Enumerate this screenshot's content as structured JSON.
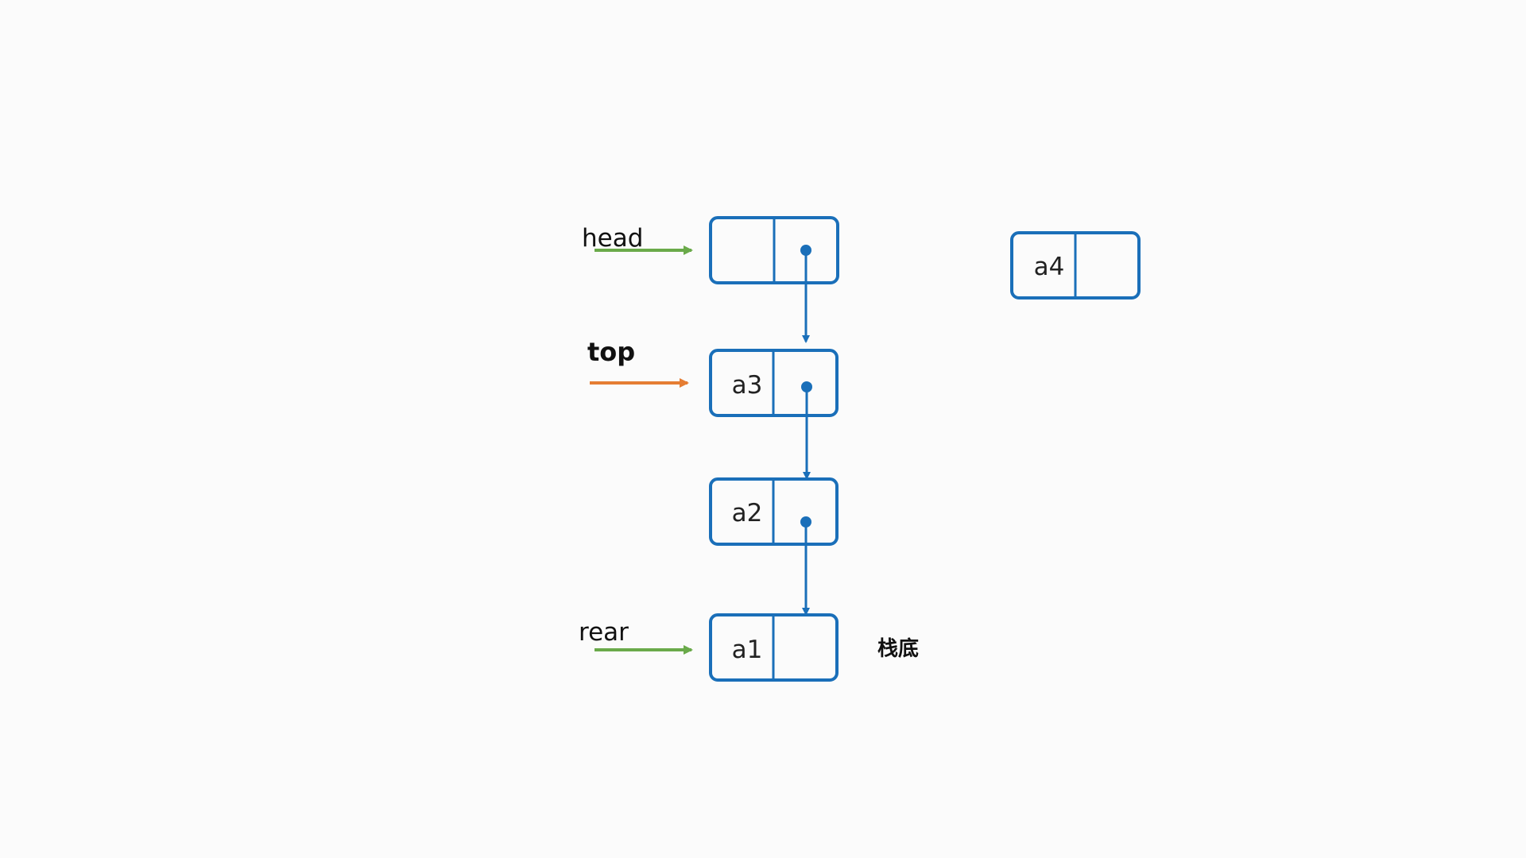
{
  "colors": {
    "node_stroke": "#1a6fb9",
    "link": "#1a6fb9",
    "head_arrow": "#6aaa4a",
    "top_arrow": "#e57d33",
    "rear_arrow": "#6aaa4a"
  },
  "nodes": [
    {
      "id": "head-node",
      "value": ""
    },
    {
      "id": "a3",
      "value": "a3"
    },
    {
      "id": "a2",
      "value": "a2"
    },
    {
      "id": "a1",
      "value": "a1"
    },
    {
      "id": "a4",
      "value": "a4"
    }
  ],
  "pointers": {
    "head": "head",
    "top": "top",
    "rear": "rear"
  },
  "stack_bottom_label": "栈底"
}
